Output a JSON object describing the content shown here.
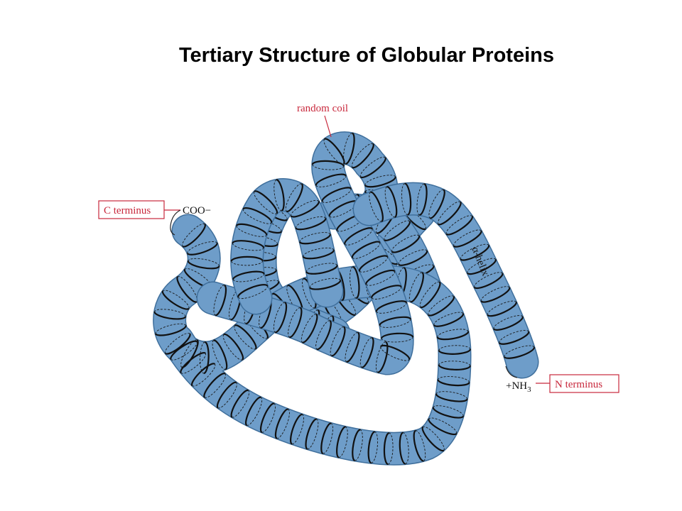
{
  "title": "Tertiary Structure of Globular Proteins",
  "labels": {
    "random_coil": "random coil",
    "c_terminus": "C terminus",
    "coo": "COO−",
    "alpha_helix": "α-helix",
    "nh3": "+NH",
    "nh3_subscript": "3",
    "n_terminus": "N terminus"
  },
  "colors": {
    "tube": "#6e9dc9",
    "tube_edge": "#3f6f9c",
    "label_accent": "#c8283c",
    "ring": "#111111"
  }
}
